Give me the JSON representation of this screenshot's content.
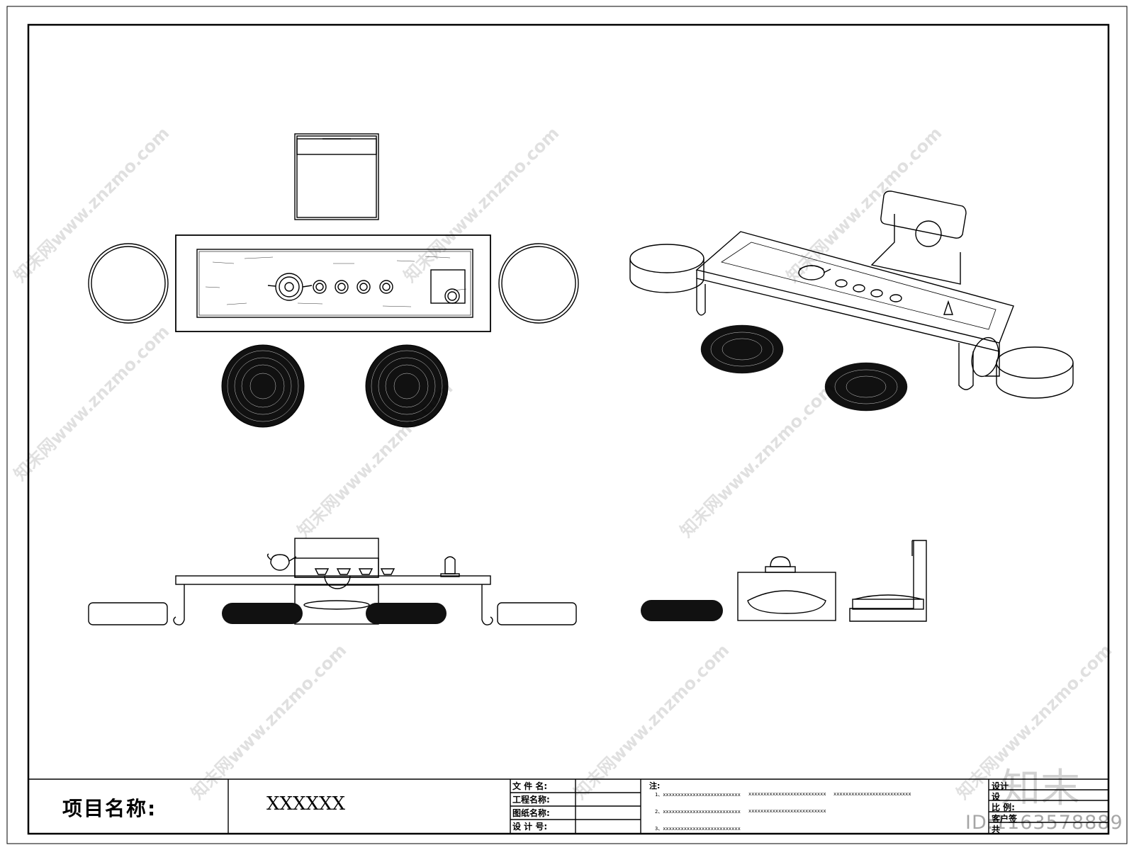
{
  "title_block": {
    "project_label": "项目名称:",
    "project_value": "XXXXXX",
    "fields": [
      "文 件 名:",
      "工程名称:",
      "图纸名称:",
      "设 计 号:"
    ],
    "notes_title": "注:",
    "notes": [
      "1、xxxxxxxxxxxxxxxxxxxxxxxxxx",
      "xxxxxxxxxxxxxxxxxxxxxxxxxx",
      "xxxxxxxxxxxxxxxxxxxxxxxxxx",
      "2、xxxxxxxxxxxxxxxxxxxxxxxxxx",
      "xxxxxxxxxxxxxxxxxxxxxxxxxx",
      "3、xxxxxxxxxxxxxxxxxxxxxxxxxx"
    ],
    "sign_fields": [
      "设计",
      "设",
      "比 例:",
      "客户签",
      "共"
    ]
  },
  "watermark": {
    "text": "知末网www.znzmo.com",
    "logo": "知末",
    "id": "ID:1163578889"
  }
}
